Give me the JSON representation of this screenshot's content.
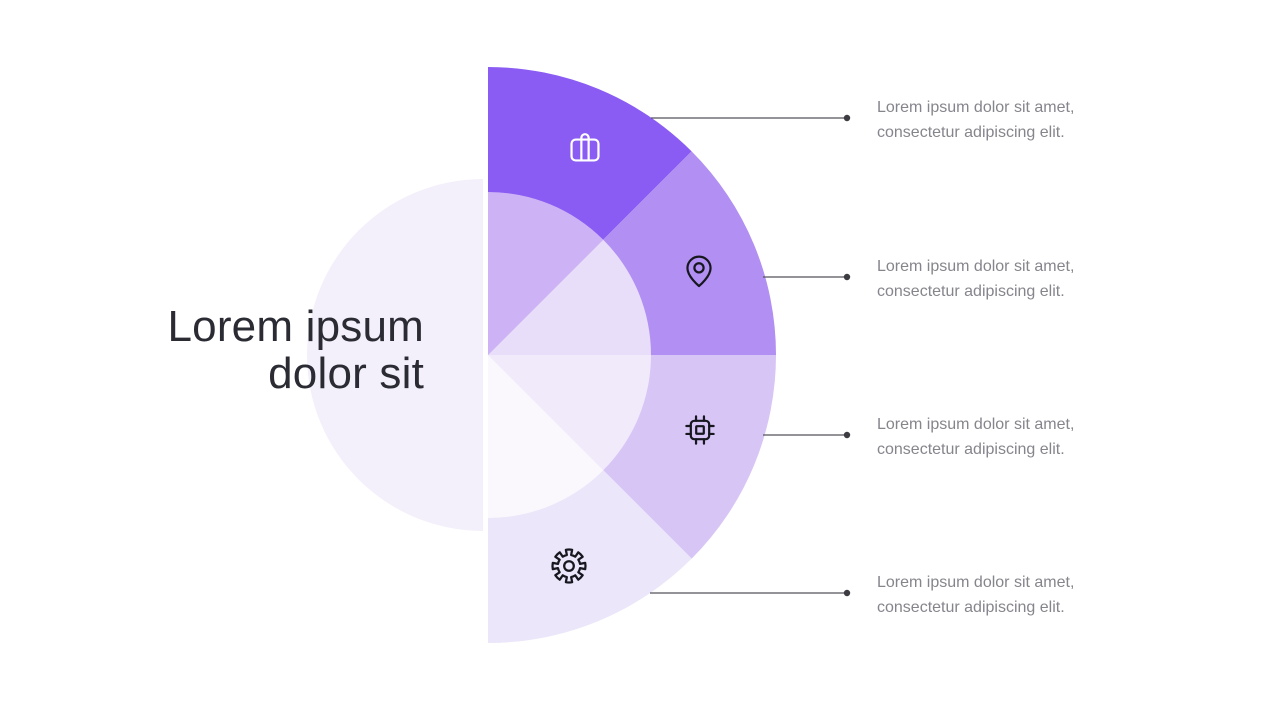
{
  "title": {
    "line1": "Lorem ipsum",
    "line2": "dolor sit"
  },
  "items": [
    {
      "icon": "briefcase-icon",
      "line1": "Lorem ipsum dolor sit amet,",
      "line2": "consectetur adipiscing elit.",
      "sector_color": "#8a5cf3",
      "inner_color": "#cdb3f5"
    },
    {
      "icon": "location-pin-icon",
      "line1": "Lorem ipsum dolor sit amet,",
      "line2": "consectetur adipiscing elit.",
      "sector_color": "#b28ff2",
      "inner_color": "#e8def9"
    },
    {
      "icon": "cpu-chip-icon",
      "line1": "Lorem ipsum dolor sit amet,",
      "line2": "consectetur adipiscing elit.",
      "sector_color": "#d7c5f6",
      "inner_color": "#f0eafb"
    },
    {
      "icon": "gear-icon",
      "line1": "Lorem ipsum dolor sit amet,",
      "line2": "consectetur adipiscing elit.",
      "sector_color": "#ebe6f9",
      "inner_color": "#faf8fd"
    }
  ],
  "colors": {
    "background": "#ffffff",
    "backdrop_circle": "#f4f0fb",
    "title_text": "#2b2b34",
    "body_text": "#85858c",
    "connector_line": "#54545a",
    "connector_dot": "#3c3c42",
    "icon_on_dark": "#ffffff",
    "icon_on_light": "#17171f"
  }
}
